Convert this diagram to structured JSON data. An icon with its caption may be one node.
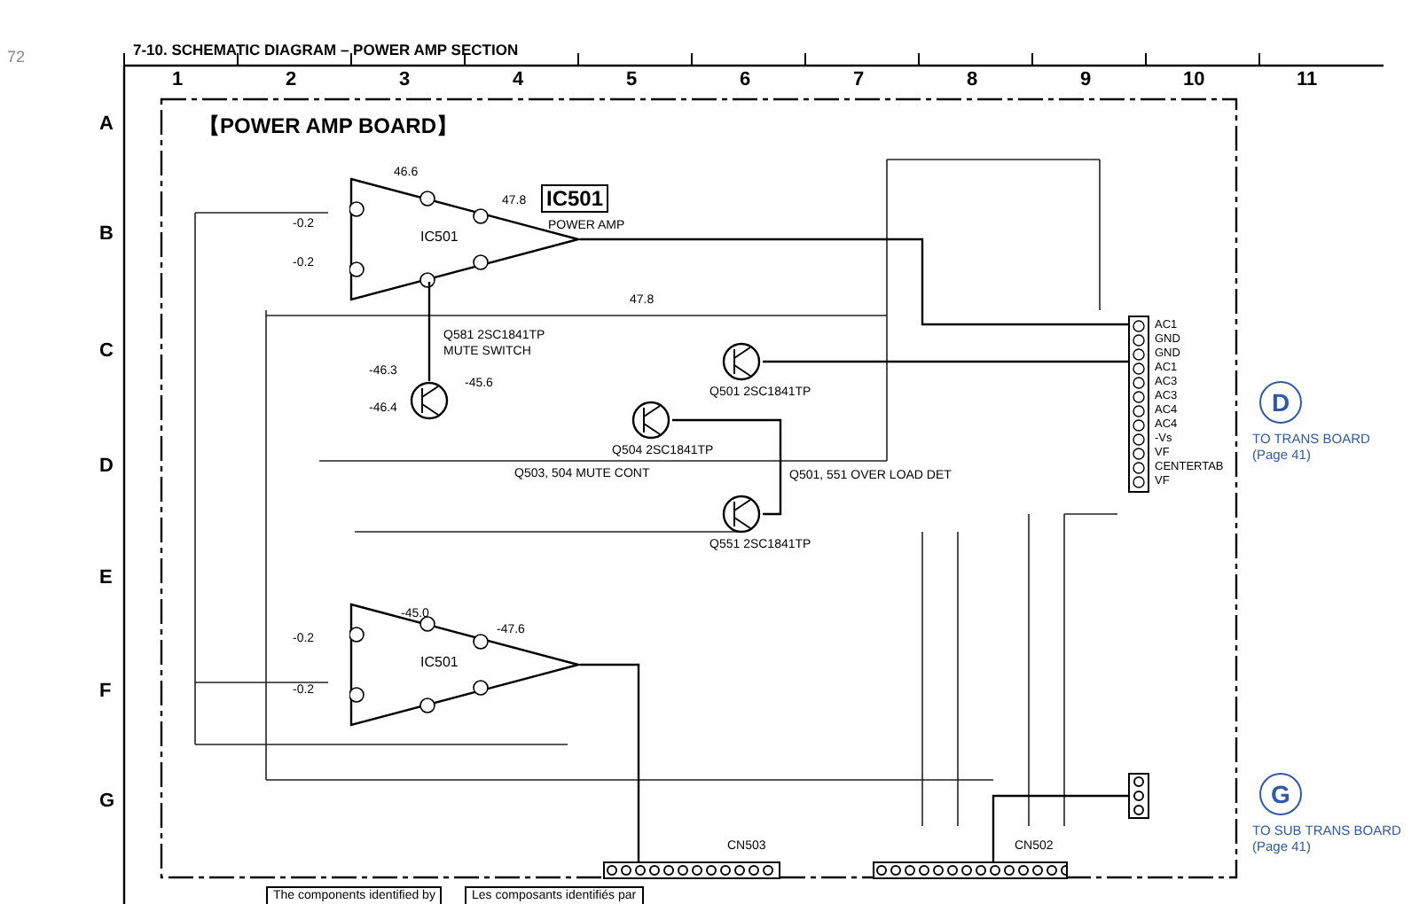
{
  "diagram": {
    "title": "7-10. SCHEMATIC DIAGRAM – POWER AMP SECTION",
    "nodes": [
      {
        "text": [
          "【POWER AMP BOARD】"
        ]
      },
      {
        "text": [
          "IC501"
        ],
        "in": 0
      },
      {
        "text": [
          "IC501"
        ],
        "in": 0
      },
      {
        "text": [
          "IC501",
          "POWER AMP"
        ],
        "in": 0
      },
      {
        "text": [
          "Q581 2SC1841TP",
          "MUTE SWITCH"
        ],
        "in": 0
      },
      {
        "text": [
          "Q501 2SC1841TP"
        ],
        "in": 0
      },
      {
        "text": [
          "Q504 2SC1841TP"
        ],
        "in": 0
      },
      {
        "text": [
          "Q551 2SC1841TP"
        ],
        "in": 0
      },
      {
        "text": [
          "AC1",
          "GND",
          "GND",
          "AC1",
          "AC3",
          "AC3",
          "AC4",
          "AC4",
          "-Vs",
          "VF",
          "CENTERTAB",
          "VF"
        ],
        "in": 0
      },
      {
        "text": [
          "D"
        ],
        "beside": [
          "TO TRANS BOARD",
          "(Page 41)"
        ]
      },
      {
        "text": [],
        "shape": "bar",
        "in": 0
      },
      {
        "text": [
          "G"
        ],
        "beside": [
          "TO SUB TRANS BOARD",
          "(Page 41)"
        ]
      },
      {
        "text": [
          "CN503"
        ],
        "in": 0
      },
      {
        "text": [
          "CN502"
        ],
        "in": 0
      }
    ],
    "edges": [
      {
        "from": 1,
        "to": 8,
        "arrow": "none"
      },
      {
        "from": 2,
        "to": 12,
        "arrow": "none"
      },
      {
        "from": 4,
        "to": 1,
        "arrow": "none"
      },
      {
        "from": 5,
        "to": 8,
        "arrow": "none"
      },
      {
        "from": 10,
        "to": 13,
        "arrow": "none"
      },
      {
        "from": 6,
        "to": 7,
        "arrow": "none"
      }
    ],
    "labels": [
      "72",
      "1",
      "2",
      "3",
      "4",
      "5",
      "6",
      "7",
      "8",
      "9",
      "10",
      "11",
      "A",
      "B",
      "C",
      "D",
      "E",
      "F",
      "G",
      "-0.2",
      "-0.2",
      "46.6",
      "47.8",
      "-46.3",
      "-45.6",
      "-46.4",
      "47.8",
      "-45.0",
      "-47.6",
      "-0.2",
      "-0.2",
      "Q503, 504 MUTE CONT",
      "Q501, 551 OVER LOAD DET",
      "The components identified by",
      "Les composants identifiés par"
    ]
  }
}
